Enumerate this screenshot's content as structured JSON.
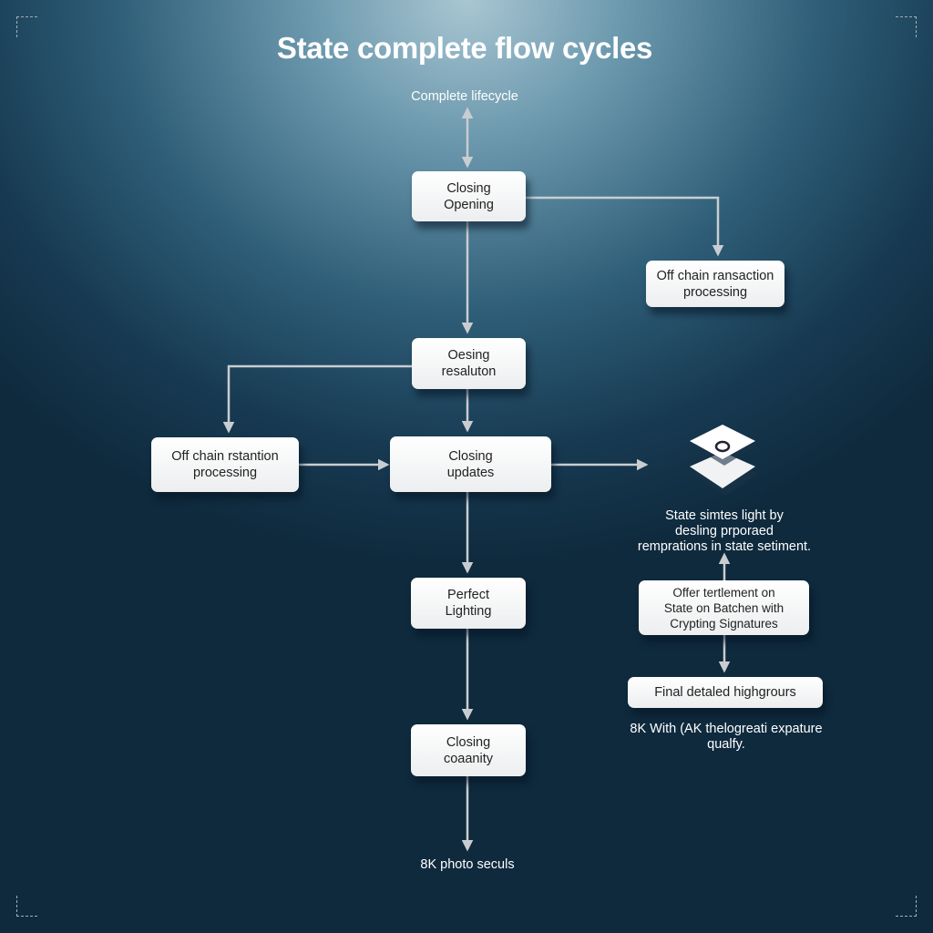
{
  "title": "State complete flow cycles",
  "top_label": "Complete lifecycle",
  "nodes": {
    "closing_opening": [
      "Closing",
      "Opening"
    ],
    "offchain_right": [
      "Off chain ransaction",
      "processing"
    ],
    "oesing": [
      "Oesing",
      "resaluton"
    ],
    "offchain_left": [
      "Off chain rstantion",
      "processing"
    ],
    "closing_updates": [
      "Closing",
      "updates"
    ],
    "perfect_lighting": [
      "Perfect",
      "Lighting"
    ],
    "closing_coaanity": [
      "Closing",
      "coaanity"
    ],
    "offer": [
      "Offer tertlement on",
      "State on Batchen with",
      "Crypting Signatures"
    ],
    "final": "Final detaled highgrours"
  },
  "state_text": [
    "State simtes light by",
    "desling prporaed",
    "remprations in state setiment."
  ],
  "quality_text": [
    "8K With (AK thelogreati expature",
    "qualfy."
  ],
  "bottom_label": "8K photo seculs",
  "colors": {
    "arrow": "#c9cdd1",
    "box": "#ffffff",
    "text": "#222222"
  }
}
